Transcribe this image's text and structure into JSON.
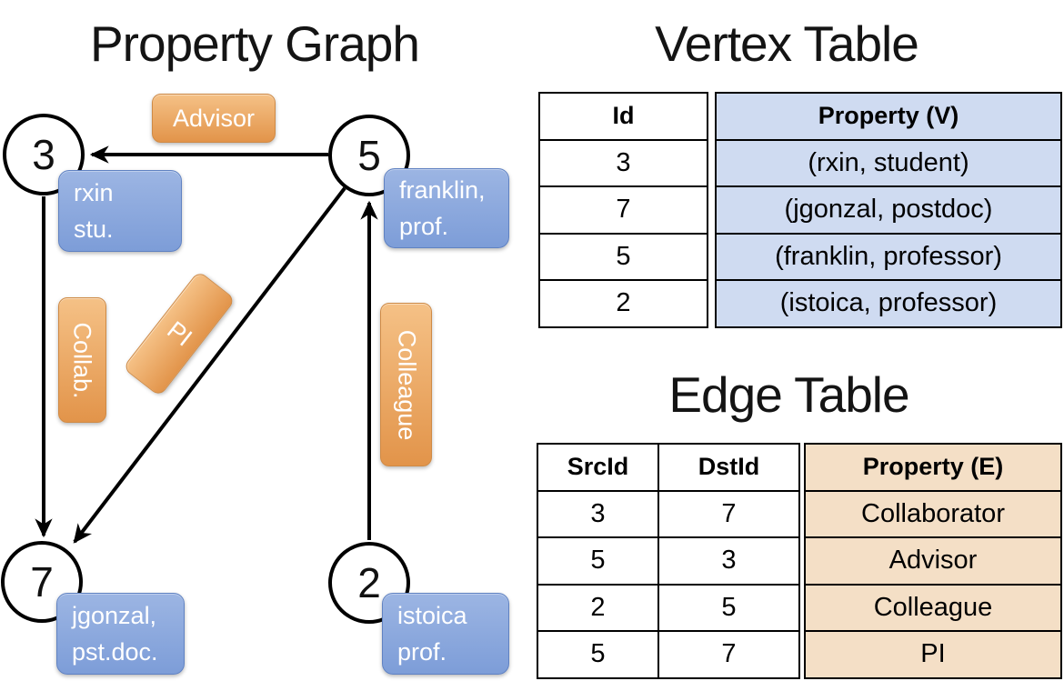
{
  "titles": {
    "graph": "Property Graph",
    "vertex_table": "Vertex Table",
    "edge_table": "Edge Table"
  },
  "graph": {
    "nodes": [
      {
        "id": "3",
        "label_line1": "rxin",
        "label_line2": "stu."
      },
      {
        "id": "5",
        "label_line1": "franklin,",
        "label_line2": "prof."
      },
      {
        "id": "7",
        "label_line1": "jgonzal,",
        "label_line2": "pst.doc."
      },
      {
        "id": "2",
        "label_line1": "istoica",
        "label_line2": "prof."
      }
    ],
    "edge_labels": {
      "advisor": "Advisor",
      "collab": "Collab.",
      "pi": "PI",
      "colleague": "Colleague"
    },
    "edges": [
      {
        "from": "5",
        "to": "3",
        "label": "Advisor"
      },
      {
        "from": "3",
        "to": "7",
        "label": "Collab."
      },
      {
        "from": "5",
        "to": "7",
        "label": "PI"
      },
      {
        "from": "2",
        "to": "5",
        "label": "Colleague"
      }
    ]
  },
  "vertex_table": {
    "headers": {
      "id": "Id",
      "property": "Property (V)"
    },
    "rows": [
      {
        "id": "3",
        "property": "(rxin, student)"
      },
      {
        "id": "7",
        "property": "(jgonzal, postdoc)"
      },
      {
        "id": "5",
        "property": "(franklin, professor)"
      },
      {
        "id": "2",
        "property": "(istoica, professor)"
      }
    ]
  },
  "edge_table": {
    "headers": {
      "src": "SrcId",
      "dst": "DstId",
      "property": "Property (E)"
    },
    "rows": [
      {
        "src": "3",
        "dst": "7",
        "property": "Collaborator"
      },
      {
        "src": "5",
        "dst": "3",
        "property": "Advisor"
      },
      {
        "src": "2",
        "dst": "5",
        "property": "Colleague"
      },
      {
        "src": "5",
        "dst": "7",
        "property": "PI"
      }
    ]
  },
  "colors": {
    "edge_label_gradient_top": "#f5c186",
    "edge_label_gradient_bottom": "#e2944a",
    "vertex_label_gradient_top": "#9cb5e3",
    "vertex_label_gradient_bottom": "#7d9dd8",
    "vertex_property_cell_fill": "#cfdbf1",
    "edge_property_cell_fill": "#f4dfc6",
    "line_color": "#000000",
    "text_on_labels": "#ffffff"
  }
}
